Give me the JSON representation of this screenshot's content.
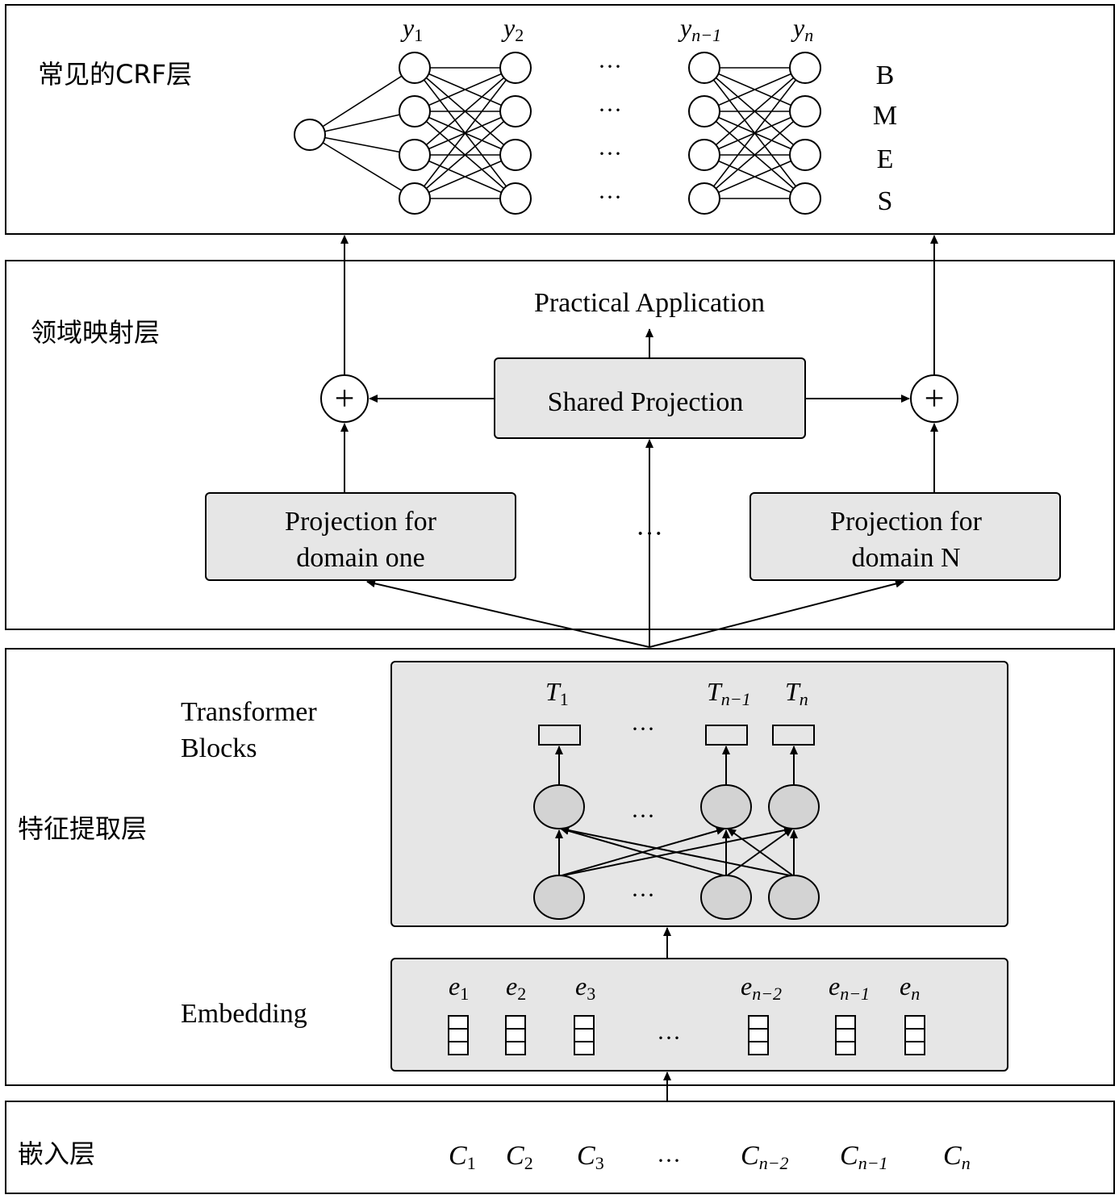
{
  "layers": {
    "crf": "常见的CRF层",
    "domain_mapping": "领域映射层",
    "feature_extraction": "特征提取层",
    "embedding_input": "嵌入层"
  },
  "crf": {
    "labels": [
      "B",
      "M",
      "E",
      "S"
    ],
    "y_labels": [
      {
        "base": "y",
        "sub": "1"
      },
      {
        "base": "y",
        "sub": "2"
      },
      {
        "base": "y",
        "sub": "n−1"
      },
      {
        "base": "y",
        "sub": "n"
      }
    ],
    "ellipsis": "···"
  },
  "mapping": {
    "practical_application": "Practical Application",
    "shared_projection": "Shared Projection",
    "proj_domain_one_line1": "Projection for",
    "proj_domain_one_line2": "domain one",
    "proj_domain_n_line1": "Projection for",
    "proj_domain_n_line2": "domain N",
    "ellipsis": "···",
    "plus": "+"
  },
  "transformer": {
    "label_line1": "Transformer",
    "label_line2": "Blocks",
    "t_labels": [
      {
        "base": "T",
        "sub": "1"
      },
      {
        "base": "T",
        "sub": "n−1"
      },
      {
        "base": "T",
        "sub": "n"
      }
    ],
    "ellipsis": "···"
  },
  "embedding": {
    "label": "Embedding",
    "e_labels": [
      {
        "base": "e",
        "sub": "1"
      },
      {
        "base": "e",
        "sub": "2"
      },
      {
        "base": "e",
        "sub": "3"
      },
      {
        "base": "e",
        "sub": "n−2"
      },
      {
        "base": "e",
        "sub": "n−1"
      },
      {
        "base": "e",
        "sub": "n"
      }
    ],
    "ellipsis": "···"
  },
  "input": {
    "c_labels": [
      {
        "base": "C",
        "sub": "1"
      },
      {
        "base": "C",
        "sub": "2"
      },
      {
        "base": "C",
        "sub": "3"
      },
      {
        "base": "C",
        "sub": "n−2"
      },
      {
        "base": "C",
        "sub": "n−1"
      },
      {
        "base": "C",
        "sub": "n"
      }
    ],
    "ellipsis": "···"
  }
}
